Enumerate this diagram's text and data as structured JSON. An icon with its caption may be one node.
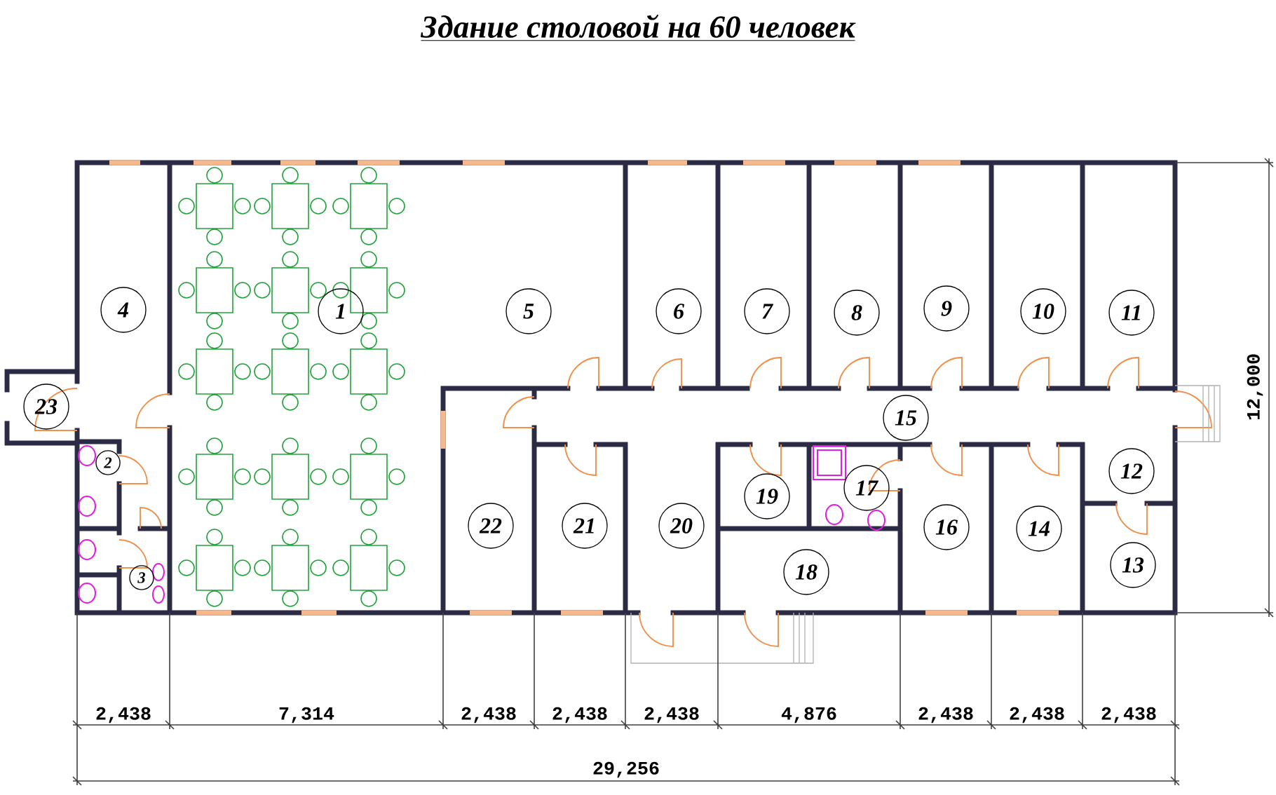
{
  "diagram": {
    "title": "Здание столовой на 60 человек",
    "nodes": [
      {
        "text": [
          "1"
        ]
      },
      {
        "text": [
          "2"
        ]
      },
      {
        "text": [
          "3"
        ]
      },
      {
        "text": [
          "4"
        ]
      },
      {
        "text": [
          "5"
        ]
      },
      {
        "text": [
          "6"
        ]
      },
      {
        "text": [
          "7"
        ]
      },
      {
        "text": [
          "8"
        ]
      },
      {
        "text": [
          "9"
        ]
      },
      {
        "text": [
          "10"
        ]
      },
      {
        "text": [
          "11"
        ]
      },
      {
        "text": [
          "12"
        ]
      },
      {
        "text": [
          "13"
        ]
      },
      {
        "text": [
          "14"
        ]
      },
      {
        "text": [
          "15"
        ]
      },
      {
        "text": [
          "16"
        ]
      },
      {
        "text": [
          "17"
        ]
      },
      {
        "text": [
          "18"
        ]
      },
      {
        "text": [
          "19"
        ]
      },
      {
        "text": [
          "20"
        ]
      },
      {
        "text": [
          "21"
        ]
      },
      {
        "text": [
          "22"
        ]
      },
      {
        "text": [
          "23"
        ]
      }
    ],
    "labels": [
      "12,000",
      "2,438",
      "7,314",
      "2,438",
      "2,438",
      "2,438",
      "4,876",
      "2,438",
      "2,438",
      "2,438",
      "29,256"
    ]
  }
}
